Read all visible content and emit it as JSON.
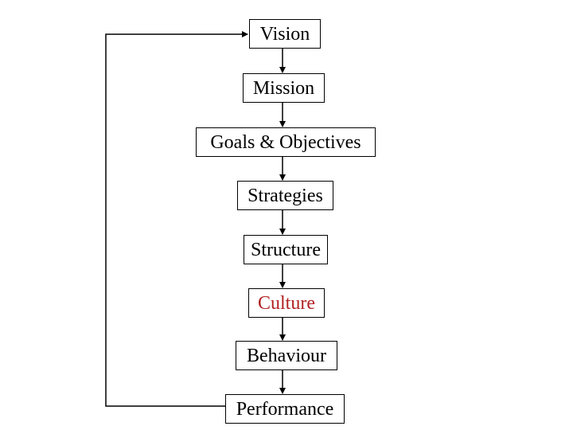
{
  "diagram": {
    "nodes": [
      {
        "id": "vision",
        "label": "Vision",
        "color": "#000000"
      },
      {
        "id": "mission",
        "label": "Mission",
        "color": "#000000"
      },
      {
        "id": "goals",
        "label": "Goals & Objectives",
        "color": "#000000"
      },
      {
        "id": "strategies",
        "label": "Strategies",
        "color": "#000000"
      },
      {
        "id": "structure",
        "label": "Structure",
        "color": "#000000"
      },
      {
        "id": "culture",
        "label": "Culture",
        "color": "#b22222"
      },
      {
        "id": "behaviour",
        "label": "Behaviour",
        "color": "#000000"
      },
      {
        "id": "performance",
        "label": "Performance",
        "color": "#000000"
      }
    ],
    "edges": [
      {
        "from": "vision",
        "to": "mission"
      },
      {
        "from": "mission",
        "to": "goals"
      },
      {
        "from": "goals",
        "to": "strategies"
      },
      {
        "from": "strategies",
        "to": "structure"
      },
      {
        "from": "structure",
        "to": "culture"
      },
      {
        "from": "culture",
        "to": "behaviour"
      },
      {
        "from": "behaviour",
        "to": "performance"
      },
      {
        "from": "performance",
        "to": "vision",
        "type": "feedback-loop"
      }
    ]
  }
}
